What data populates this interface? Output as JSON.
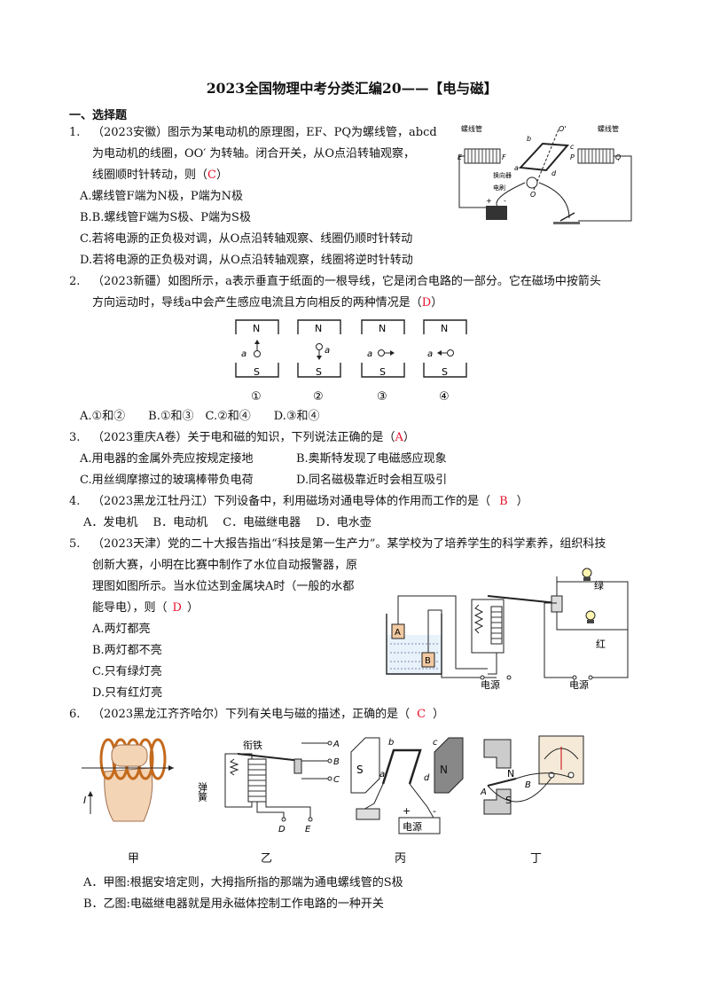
{
  "title": "2023全国物理中考分类汇编20——【电与磁】",
  "section": "一、选择题",
  "q1": {
    "num": "1.",
    "l1": "（2023安徽）图示为某电动机的原理图，EF、PQ为螺线管，abcd",
    "l2": "为电动机的线圈，OO′ 为转轴。闭合开关，从O点沿转轴观察，",
    "l3a": "线圈顺时针转动，则（",
    "ans": "C",
    "l3b": "）",
    "A": "A.螺线管F端为N极，P端为N极",
    "B": "B.B.螺线管F端为S极、P端为S极",
    "C": "C.若将电源的正负极对调，从O点沿转轴观察、线圈仍顺时针转动",
    "D": "D.若将电源的正负极对调，从O点沿转轴观察，线圈将逆时针转动",
    "fig": {
      "label_left": "螺线管",
      "label_right": "螺线管",
      "commutator": "换向器",
      "brush": "电刷",
      "E": "E",
      "F": "F",
      "P": "P",
      "Q": "Q",
      "a": "a",
      "b": "b",
      "c": "c",
      "d": "d",
      "O": "O",
      "O2": "O'"
    }
  },
  "q2": {
    "num": "2.",
    "l1": "（2023新疆）如图所示，a表示垂直于纸面的一根导线，它是闭合电路的一部分。它在磁场中按箭头",
    "l2a": "方向运动时，导线a中会产生感应电流且方向相反的两种情况是（",
    "ans": "D",
    "l2b": "）",
    "opts": "A.①和②　　B.①和③　C.②和④　　D.③和④",
    "fig": {
      "N": "N",
      "S": "S",
      "a": "a",
      "labels": [
        "①",
        "②",
        "③",
        "④"
      ]
    }
  },
  "q3": {
    "num": "3.",
    "l1a": "（2023重庆A卷）关于电和磁的知识，下列说法正确的是（",
    "ans": "A",
    "l1b": "）",
    "A": "A.用电器的金属外壳应按规定接地",
    "B": "B.奥斯特发现了电磁感应现象",
    "C": "C.用丝绸摩擦过的玻璃棒带负电荷",
    "D": "D.同名磁极靠近时会相互吸引"
  },
  "q4": {
    "num": "4.",
    "l1a": "（2023黑龙江牡丹江）下列设备中，利用磁场对通电导体的作用而工作的是（",
    "ans": "B",
    "l1b": "）",
    "opts": "A．发电机　 B．电动机　 C．电磁继电器　 D．电水壶"
  },
  "q5": {
    "num": "5.",
    "l1": "（2023天津）党的二十大报告指出“科技是第一生产力”。某学校为了培养学生的科学素养，组织科技",
    "l2": "创新大赛，小明在比赛中制作了水位自动报警器，原",
    "l3": "理图如图所示。当水位达到金属块A时（一般的水都",
    "l4a": "能导电），则（",
    "ans": "D",
    "l4b": "）",
    "A": "A.两灯都亮",
    "B": "B.两灯都不亮",
    "C": "C.只有绿灯亮",
    "D": "D.只有红灯亮",
    "fig": {
      "A": "A",
      "B": "B",
      "green": "绿",
      "red": "红",
      "power1": "电源",
      "power2": "电源"
    }
  },
  "q6": {
    "num": "6.",
    "l1a": "（2023黑龙江齐齐哈尔）下列有关电与磁的描述，正确的是（",
    "ans": "C",
    "l1b": "）",
    "captions": [
      "甲",
      "乙",
      "丙",
      "丁"
    ],
    "fig2": {
      "armature": "衔铁",
      "spring": "弹簧",
      "A": "A",
      "B": "B",
      "C": "C",
      "D": "D",
      "E": "E"
    },
    "fig3": {
      "S": "S",
      "N": "N",
      "a": "a",
      "b": "b",
      "c": "c",
      "d": "d",
      "power": "电源"
    },
    "fig4": {
      "N": "N",
      "S": "S",
      "A": "A",
      "B": "B"
    },
    "fig1": {
      "I": "I"
    },
    "A": "A．甲图:根据安培定则，大拇指所指的那端为通电螺线管的S极",
    "B": "B．乙图:电磁继电器就是用永磁体控制工作电路的一种开关"
  }
}
